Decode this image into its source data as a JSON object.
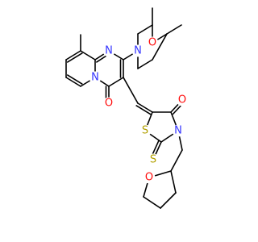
{
  "atom_labels": [
    {
      "id": "n_ring_imine",
      "text": "N",
      "color": "#3333ff"
    },
    {
      "id": "n_bridgehead",
      "text": "N",
      "color": "#3333ff"
    },
    {
      "id": "n_morpholine",
      "text": "N",
      "color": "#3333ff"
    },
    {
      "id": "o_morpholine",
      "text": "O",
      "color": "#ff0d0d"
    },
    {
      "id": "o_pyrimidone",
      "text": "O",
      "color": "#ff0d0d"
    },
    {
      "id": "o_thiazolidinone",
      "text": "O",
      "color": "#ff0d0d"
    },
    {
      "id": "s_ring",
      "text": "S",
      "color": "#b2a000"
    },
    {
      "id": "s_thione",
      "text": "S",
      "color": "#b2a000"
    },
    {
      "id": "n_thiazolidine",
      "text": "N",
      "color": "#3333ff"
    },
    {
      "id": "o_thf",
      "text": "O",
      "color": "#ff0d0d"
    }
  ]
}
